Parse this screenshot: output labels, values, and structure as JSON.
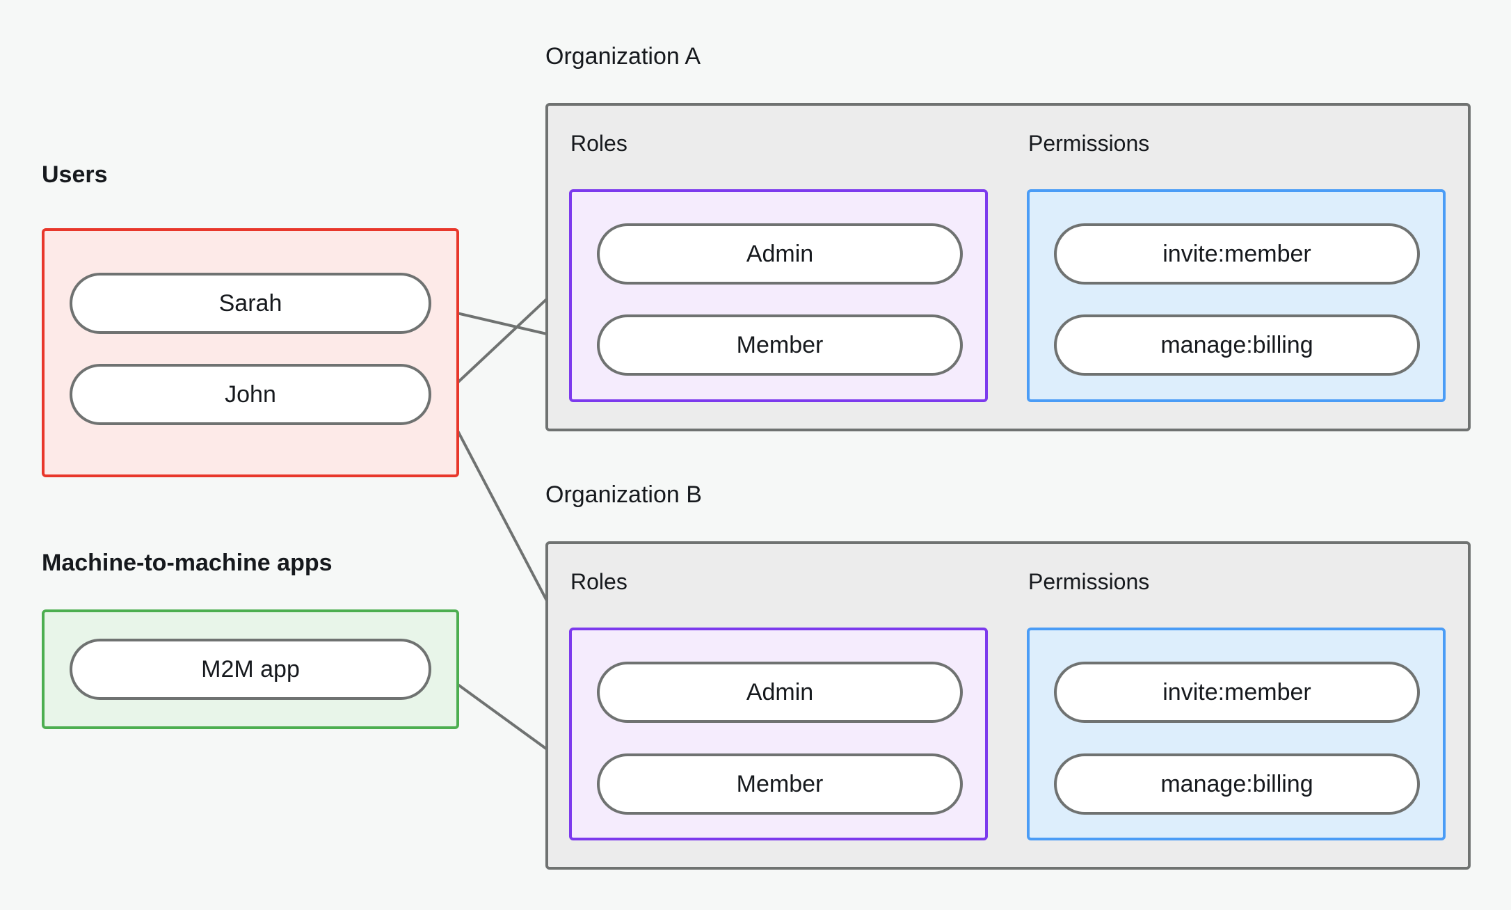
{
  "page": {
    "background_color": "#f6f8f7",
    "title": "Organization roles and permissions diagram"
  },
  "colors": {
    "users_border": "#e8372b",
    "users_fill": "#fdeae8",
    "m2m_border": "#4cae50",
    "m2m_fill": "#e8f5e9",
    "org_border": "#6f7271",
    "org_fill": "#ececec",
    "roles_border": "#7c3aed",
    "roles_fill": "#f5ecfd",
    "permissions_border": "#4a9cf6",
    "permissions_fill": "#ddeefc",
    "node_border": "#6f7271",
    "node_fill": "#ffffff",
    "edge": "#6f7271",
    "text": "#16191d"
  },
  "left_column": {
    "users_group": {
      "label": "Users",
      "nodes": [
        {
          "label": "Sarah"
        },
        {
          "label": "John"
        }
      ]
    },
    "m2m_group": {
      "label": "Machine-to-machine apps",
      "nodes": [
        {
          "label": "M2M app"
        }
      ]
    }
  },
  "organizations": [
    {
      "label": "Organization A",
      "roles": {
        "label": "Roles",
        "nodes": [
          {
            "label": "Admin"
          },
          {
            "label": "Member"
          }
        ]
      },
      "permissions": {
        "label": "Permissions",
        "nodes": [
          {
            "label": "invite:member"
          },
          {
            "label": "manage:billing"
          }
        ]
      }
    },
    {
      "label": "Organization B",
      "roles": {
        "label": "Roles",
        "nodes": [
          {
            "label": "Admin"
          },
          {
            "label": "Member"
          }
        ]
      },
      "permissions": {
        "label": "Permissions",
        "nodes": [
          {
            "label": "invite:member"
          },
          {
            "label": "manage:billing"
          }
        ]
      }
    }
  ],
  "edges": [
    {
      "from": "Sarah",
      "to": "Organization A / Member"
    },
    {
      "from": "John",
      "to": "Organization A / Admin"
    },
    {
      "from": "John",
      "to": "Organization B / Admin"
    },
    {
      "from": "M2M app",
      "to": "Organization B / Member"
    },
    {
      "from": "Organization A / Admin",
      "to": "Organization A / invite:member"
    },
    {
      "from": "Organization A / Admin",
      "to": "Organization A / manage:billing"
    },
    {
      "from": "Organization A / Member",
      "to": "Organization A / manage:billing"
    },
    {
      "from": "Organization B / Admin",
      "to": "Organization B / invite:member"
    },
    {
      "from": "Organization B / Admin",
      "to": "Organization B / manage:billing"
    },
    {
      "from": "Organization B / Member",
      "to": "Organization B / manage:billing"
    }
  ]
}
